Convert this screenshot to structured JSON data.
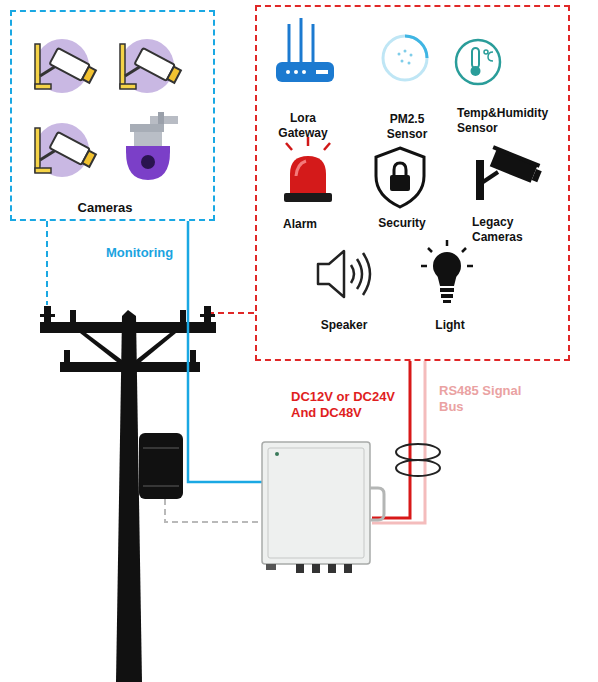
{
  "diagram": {
    "nodes": [
      {
        "text": [
          "Cameras"
        ]
      },
      {
        "text": [
          "Lora Gateway",
          "PM2.5 Sensor",
          "Temp&Humidity Sensor",
          "Alarm",
          "Security",
          "Legacy Cameras",
          "Speaker",
          "Light"
        ]
      }
    ],
    "labels": [
      "Monitoring",
      "DC12V or DC24V And DC48V",
      "RS485 Signal Bus"
    ]
  }
}
